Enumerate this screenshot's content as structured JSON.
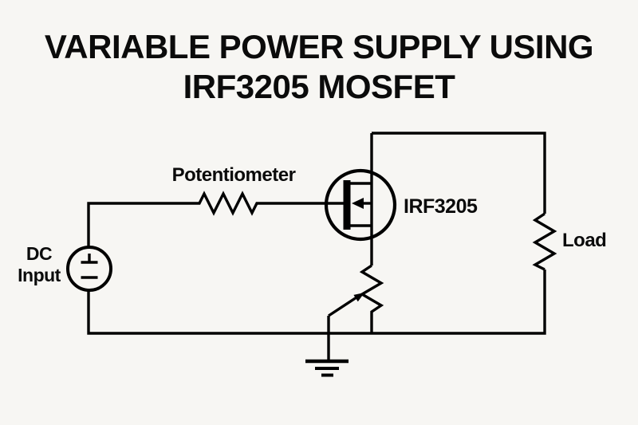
{
  "title": {
    "line1": "VARIABLE POWER SUPPLY USING",
    "line2": "IRF3205 MOSFET"
  },
  "labels": {
    "dc_input_line1": "DC",
    "dc_input_line2": "Input",
    "potentiometer": "Potentiometer",
    "mosfet": "IRF3205",
    "load": "Load"
  },
  "symbols": {
    "dc_source": "dc-voltage-source-circle",
    "potentiometer": "horizontal-zigzag-resistor",
    "mosfet": "n-channel-mosfet-in-circle",
    "variable_resistor": "vertical-zigzag-resistor-with-wiper-arrow",
    "load": "vertical-zigzag-resistor",
    "ground": "earth-ground-three-bars"
  },
  "colors": {
    "background": "#f7f6f3",
    "line": "#000000",
    "text": "#0b0b0b"
  }
}
